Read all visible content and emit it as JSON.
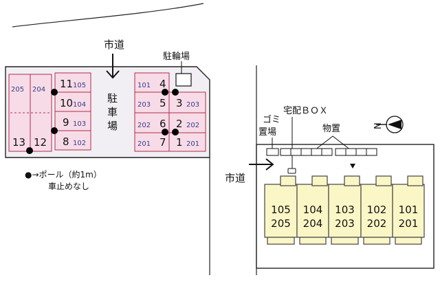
{
  "roads": {
    "north_road_label": "市道",
    "west_road_label": "市道"
  },
  "parking": {
    "label": "駐車場",
    "bicycle_parking_label": "駐輪場",
    "left_block_units_top": [
      "205",
      "204"
    ],
    "left_block_numbers": [
      "13",
      "12"
    ],
    "mid_column": [
      {
        "num": "11",
        "unit": "105"
      },
      {
        "num": "10",
        "unit": "104"
      },
      {
        "num": "9",
        "unit": "103"
      },
      {
        "num": "8",
        "unit": "102"
      }
    ],
    "right_left_column": [
      {
        "unit": "101",
        "num": "4"
      },
      {
        "unit": "203",
        "num": "5"
      },
      {
        "unit": "202",
        "num": "6"
      },
      {
        "unit": "201",
        "num": "7"
      }
    ],
    "right_right_column": [
      {
        "num": "3",
        "unit": "203"
      },
      {
        "num": "2",
        "unit": "202"
      },
      {
        "num": "1",
        "unit": "201"
      }
    ]
  },
  "legend": {
    "line1": "●→ポール（約1m）",
    "line2": "車止めなし"
  },
  "site": {
    "garbage_label_1": "ゴミ",
    "garbage_label_2": "置場",
    "delivery_box_label": "宅配ＢＯＸ",
    "storage_label": "物置",
    "compass_letter": "N",
    "units": [
      {
        "top": "105",
        "bottom": "205"
      },
      {
        "top": "104",
        "bottom": "204"
      },
      {
        "top": "103",
        "bottom": "203"
      },
      {
        "top": "102",
        "bottom": "202"
      },
      {
        "top": "101",
        "bottom": "201"
      }
    ]
  },
  "colors": {
    "parking_area": "#f1eff3",
    "space_fill": "#f7dce7",
    "space_border": "#b32a4a",
    "building_fill": "#fbf6c6",
    "building_border": "#444444",
    "pole": "#000000"
  }
}
